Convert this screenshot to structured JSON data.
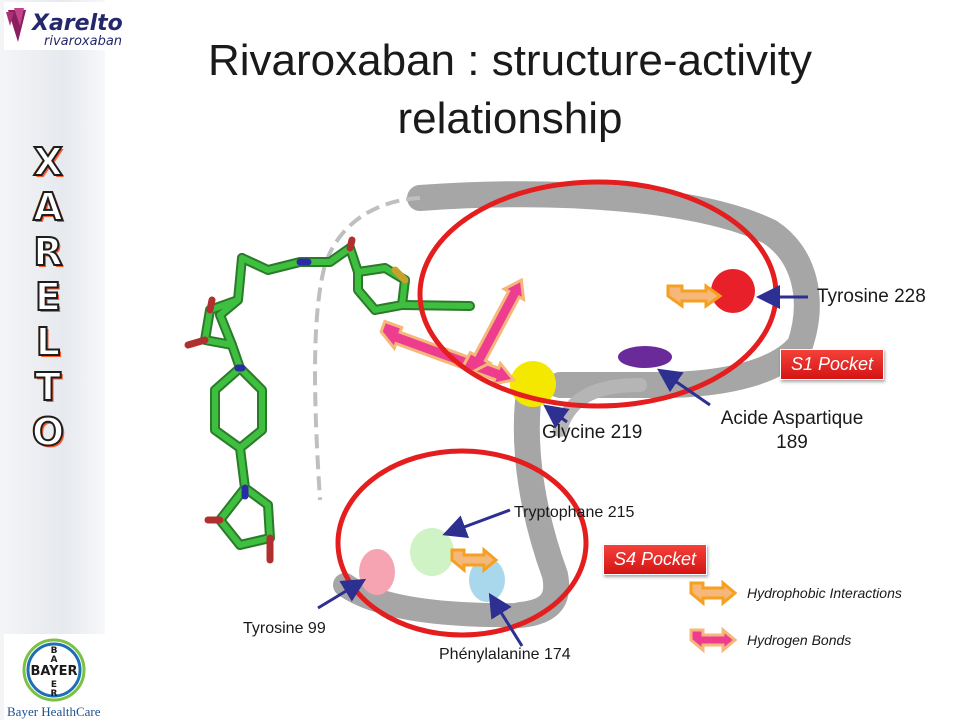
{
  "logo": {
    "brand": "Xarelto",
    "sub": "rivaroxaban"
  },
  "sidebar": {
    "letters": [
      "X",
      "A",
      "R",
      "E",
      "L",
      "T",
      "O"
    ]
  },
  "title": "Rivaroxaban : structure-activity relationship",
  "residues": {
    "tyr228": "Tyrosine 228",
    "asp189_line1": "Acide Aspartique",
    "asp189_line2": "189",
    "gly219": "Glycine 219",
    "trp215": "Tryptophane 215",
    "tyr99": "Tyrosine 99",
    "phe174": "Phénylalanine 174"
  },
  "pockets": {
    "s1": "S1 Pocket",
    "s4": "S4 Pocket"
  },
  "legend": {
    "hydrophobic": {
      "label": "Hydrophobic Interactions",
      "color": "#f5b77a"
    },
    "hbond": {
      "label": "Hydrogen Bonds",
      "color": "#ee3d8f"
    }
  },
  "colors": {
    "tyr228": "#e8202a",
    "asp189": "#6a2a9a",
    "gly219": "#f5e800",
    "trp215": "#cff3c4",
    "tyr99": "#f6a3b2",
    "phe174": "#a9d8ec",
    "ring": "#e41e1e",
    "pointer": "#2d2f91"
  },
  "footer_logo": {
    "company": "Bayer HealthCare",
    "mark": "BAYER"
  }
}
